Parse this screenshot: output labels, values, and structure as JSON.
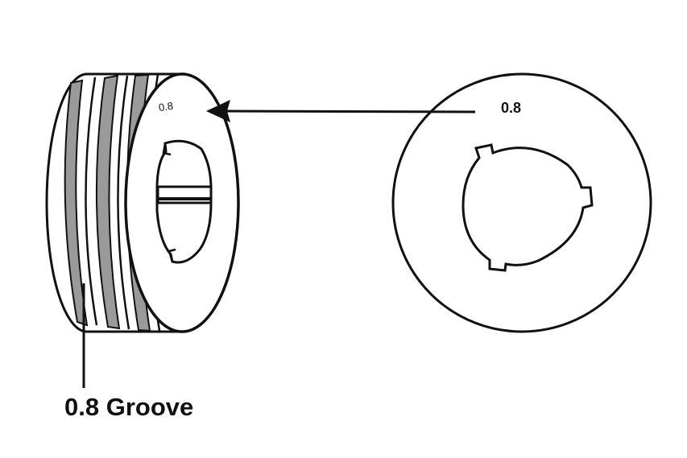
{
  "roller_side_view": {
    "face_marking": "0.8"
  },
  "roller_front_view": {
    "face_marking": "0.8"
  },
  "callout": {
    "groove_label": "0.8 Groove"
  },
  "colors": {
    "line": "#111111",
    "groove_fill": "#9a9a9a",
    "background": "#ffffff"
  }
}
